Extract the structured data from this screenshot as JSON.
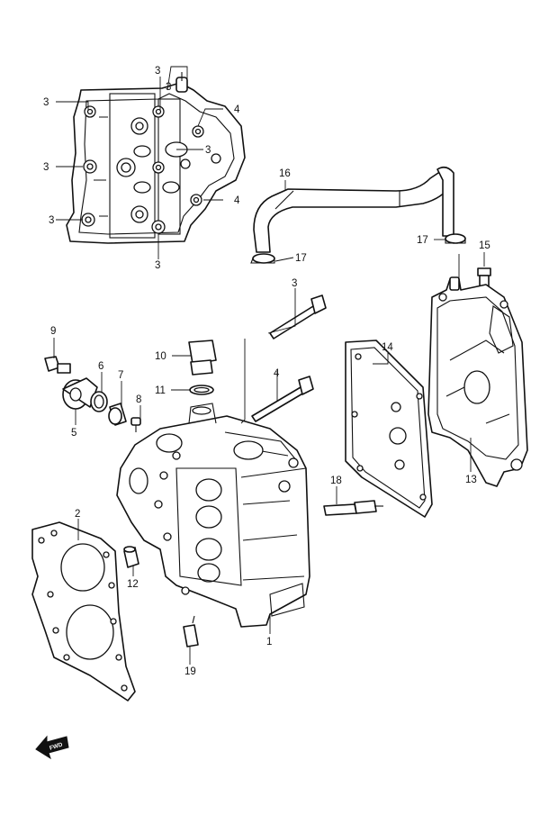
{
  "callouts": [
    {
      "id": "c-3-a",
      "text": "3"
    },
    {
      "id": "c-3-b",
      "text": "3"
    },
    {
      "id": "c-3-c",
      "text": "3"
    },
    {
      "id": "c-3-d",
      "text": "3"
    },
    {
      "id": "c-3-e",
      "text": "3"
    },
    {
      "id": "c-3-f",
      "text": "3"
    },
    {
      "id": "c-3-g",
      "text": "3"
    },
    {
      "id": "c-4-a",
      "text": "4"
    },
    {
      "id": "c-4-b",
      "text": "4"
    },
    {
      "id": "c-16",
      "text": "16"
    },
    {
      "id": "c-17-a",
      "text": "17"
    },
    {
      "id": "c-17-b",
      "text": "17"
    },
    {
      "id": "c-15",
      "text": "15"
    },
    {
      "id": "c-3-h",
      "text": "3"
    },
    {
      "id": "c-9",
      "text": "9"
    },
    {
      "id": "c-10",
      "text": "10"
    },
    {
      "id": "c-14",
      "text": "14"
    },
    {
      "id": "c-6",
      "text": "6"
    },
    {
      "id": "c-7",
      "text": "7"
    },
    {
      "id": "c-11",
      "text": "11"
    },
    {
      "id": "c-4-c",
      "text": "4"
    },
    {
      "id": "c-8",
      "text": "8"
    },
    {
      "id": "c-5",
      "text": "5"
    },
    {
      "id": "c-13",
      "text": "13"
    },
    {
      "id": "c-18",
      "text": "18"
    },
    {
      "id": "c-2",
      "text": "2"
    },
    {
      "id": "c-12",
      "text": "12"
    },
    {
      "id": "c-1",
      "text": "1"
    },
    {
      "id": "c-19",
      "text": "19"
    }
  ],
  "fwd_marker": {
    "text": "FWD"
  }
}
